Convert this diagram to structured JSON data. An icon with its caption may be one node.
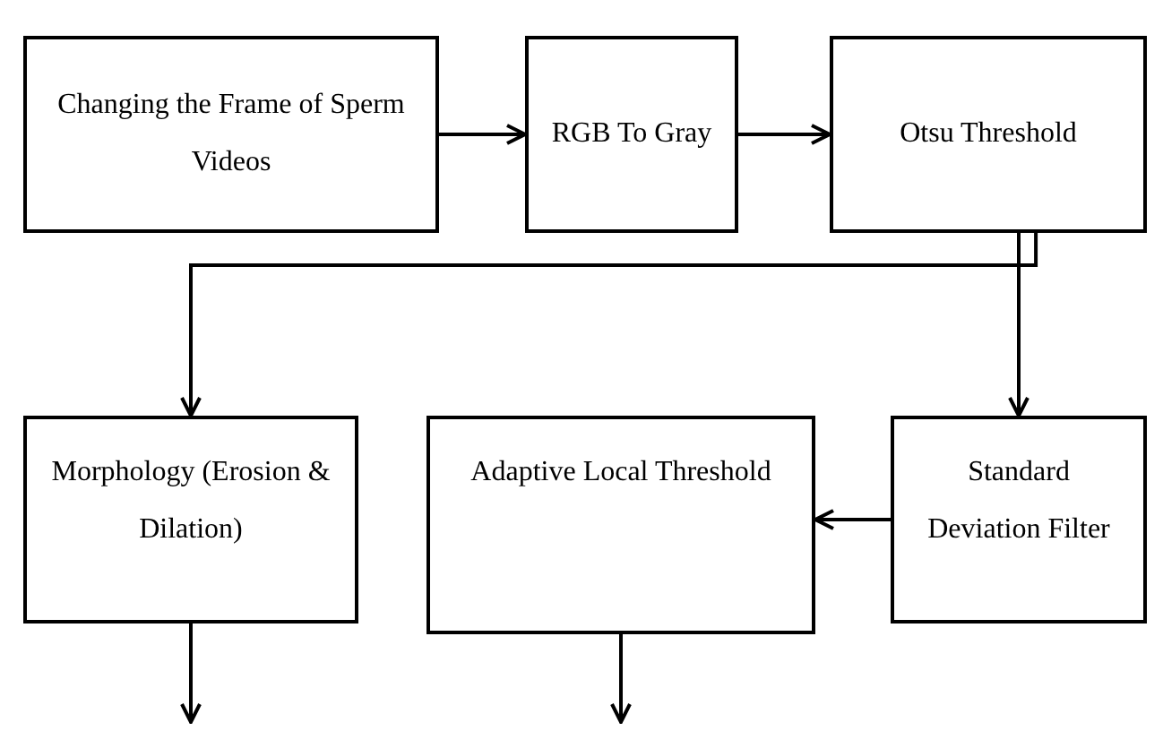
{
  "diagram": {
    "nodes": [
      {
        "text": [
          "Changing the Frame of Sperm Videos"
        ]
      },
      {
        "text": [
          "RGB To Gray"
        ]
      },
      {
        "text": [
          "Otsu Threshold"
        ]
      },
      {
        "text": [
          "Morphology (Erosion & Dilation)"
        ]
      },
      {
        "text": [
          "Adaptive Local Threshold"
        ]
      },
      {
        "text": [
          "Standard Deviation Filter"
        ]
      }
    ],
    "edges": [
      {
        "from": 0,
        "to": 1,
        "arrow": "to"
      },
      {
        "from": 1,
        "to": 2,
        "arrow": "to"
      },
      {
        "from": 2,
        "to": 3,
        "arrow": "to"
      },
      {
        "from": 2,
        "to": 5,
        "arrow": "to"
      },
      {
        "from": 5,
        "to": 4,
        "arrow": "to"
      },
      {
        "from": 3,
        "to": null,
        "arrow": "to"
      },
      {
        "from": 4,
        "to": null,
        "arrow": "to"
      }
    ]
  }
}
